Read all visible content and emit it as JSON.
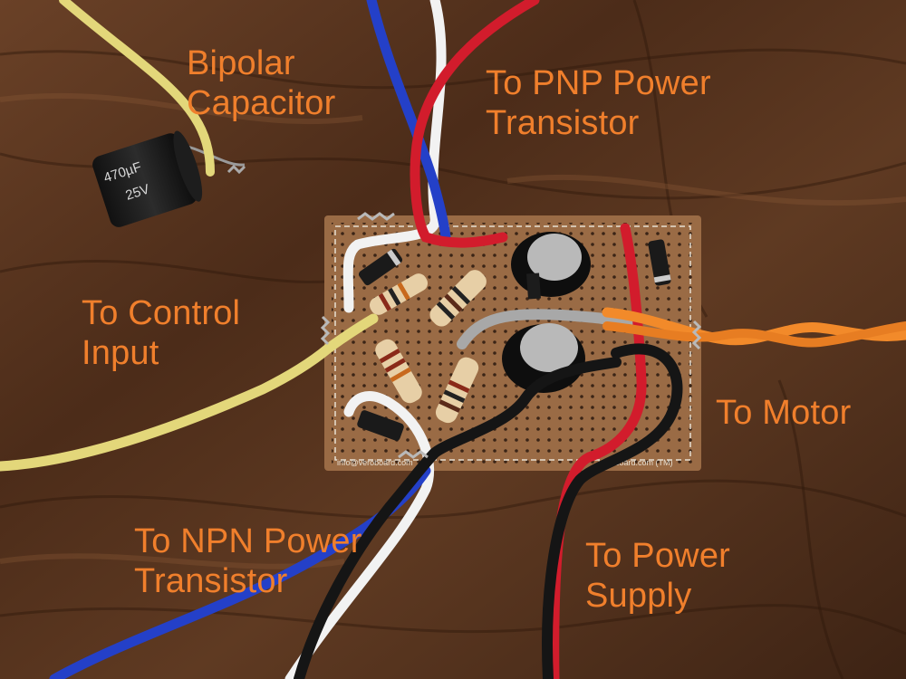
{
  "labels": {
    "bipolar_capacitor": [
      "Bipolar",
      "Capacitor"
    ],
    "pnp_transistor": [
      "To PNP Power",
      "Transistor"
    ],
    "control_input": [
      "To Control",
      "Input"
    ],
    "motor": [
      "To Motor"
    ],
    "npn_transistor": [
      "To NPN Power",
      "Transistor"
    ],
    "power_supply": [
      "To Power",
      "Supply"
    ]
  },
  "component_markings": {
    "capacitor_value": "470µF",
    "capacitor_voltage": "25V",
    "board_brand_right": "Veroboard.com (TM)",
    "board_brand_left": "info@veroboard.com"
  },
  "colors": {
    "label_text": "#f07f2c",
    "wood": "#5a3620",
    "board": "#9a6b45",
    "wire_yellow": "#e3d77a",
    "wire_red": "#d21c2c",
    "wire_blue": "#2440c8",
    "wire_white": "#f2f2f2",
    "wire_black": "#151515",
    "wire_orange": "#f28a2a"
  }
}
